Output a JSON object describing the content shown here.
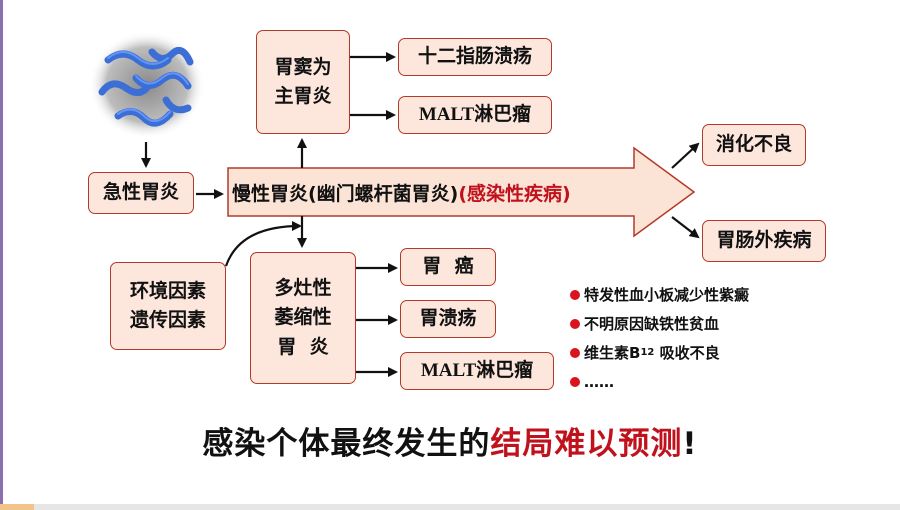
{
  "acute": "急性胃炎",
  "antral": {
    "line1": "胃窦为",
    "line2": "主胃炎"
  },
  "duodenal_ulcer": "十二指肠溃疡",
  "malt_top": "MALT淋巴瘤",
  "chronic": {
    "main": "慢性胃炎(幽门螺杆菌胃炎)",
    "tag": "(感染性疾病)"
  },
  "dyspepsia": "消化不良",
  "extragastric": "胃肠外疾病",
  "factors": {
    "line1": "环境因素",
    "line2": "遗传因素"
  },
  "atrophic": {
    "line1": "多灶性",
    "line2": "萎缩性",
    "line3": "胃  炎"
  },
  "gastric_cancer": "胃  癌",
  "gastric_ulcer": "胃溃疡",
  "malt_bottom": "MALT淋巴瘤",
  "extra_list": {
    "itp": "特发性血小板减少性紫癜",
    "ida": "不明原因缺铁性贫血",
    "b12_pre": "维生素B",
    "b12_sub": "12",
    "b12_post": " 吸收不良",
    "more": "……"
  },
  "conclusion": {
    "prefix": "感染个体最终发生的",
    "highlight": "结局难以预测",
    "suffix": "!"
  },
  "colors": {
    "box_fill": "#fde7dd",
    "box_border": "#b33a2a",
    "arrow_fill": "#fbe3d6",
    "accent_red": "#c0121c",
    "bacteria": "#3c6fd6"
  }
}
